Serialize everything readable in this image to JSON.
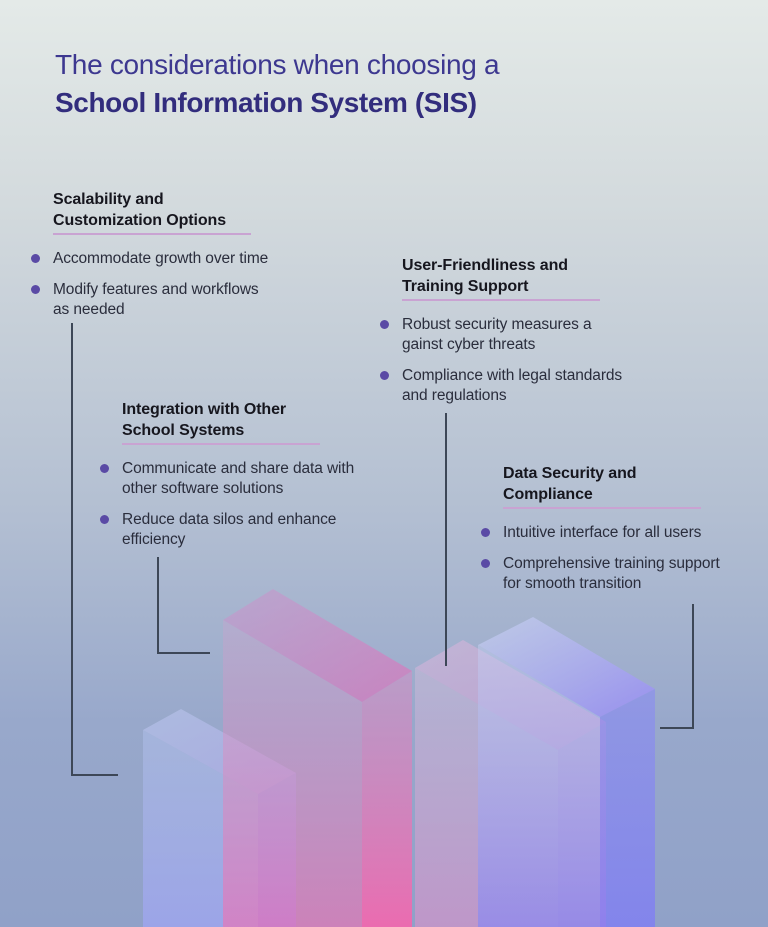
{
  "title": {
    "line1": "The considerations when choosing a",
    "line2": "School Information System (SIS)"
  },
  "sections": [
    {
      "id": "scalability",
      "title": [
        "Scalability and",
        "Customization Options"
      ],
      "bullets": [
        [
          "Accommodate growth over time"
        ],
        [
          "Modify features and workflows",
          "as needed"
        ]
      ]
    },
    {
      "id": "user-friendliness",
      "title": [
        "User-Friendliness and",
        "Training Support"
      ],
      "bullets": [
        [
          "Robust security measures a",
          "gainst cyber threats"
        ],
        [
          "Compliance with legal standards",
          "and regulations"
        ]
      ]
    },
    {
      "id": "integration",
      "title": [
        "Integration with Other",
        "School Systems"
      ],
      "bullets": [
        [
          "Communicate and share data with",
          "other software solutions"
        ],
        [
          "Reduce data silos and enhance",
          "efficiency"
        ]
      ]
    },
    {
      "id": "data-security",
      "title": [
        "Data Security and",
        "Compliance"
      ],
      "bullets": [
        [
          "Intuitive interface for all users"
        ],
        [
          "Comprehensive training support",
          "for smooth transition"
        ]
      ]
    }
  ],
  "colors": {
    "title_line1": "#3d3890",
    "title_line2": "#322d7d",
    "heading_text": "#16161e",
    "body_text": "#2a2d3c",
    "bullet_dot": "#5a4aa5",
    "underline": "#c9a3d2",
    "connector_line": "#3d4757",
    "background_top": "#e4eae8",
    "background_bottom": "#90a1c8",
    "slab_hot_pink": "#ff5faa",
    "slab_muted_pink": "#f46caf",
    "slab_mauve": "#e68cc8",
    "slab_periwinkle": "#a0a4f6",
    "slab_violet": "#7d82f8",
    "slab_pale_blue": "#c6d0f2"
  }
}
